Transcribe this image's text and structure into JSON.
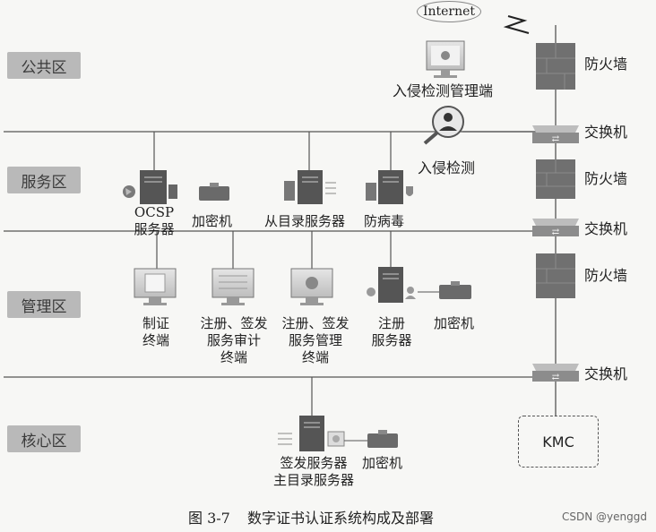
{
  "zones": {
    "public": "公共区",
    "service": "服务区",
    "management": "管理区",
    "core": "核心区"
  },
  "internet": "Internet",
  "ids_manager": "入侵检测管理端",
  "ids": "入侵检测",
  "firewall_1": "防火墙",
  "firewall_2": "防火墙",
  "firewall_3": "防火墙",
  "switch_1": "交换机",
  "switch_2": "交换机",
  "switch_3": "交换机",
  "kmc": "KMC",
  "service_nodes": {
    "ocsp_line1": "OCSP",
    "ocsp_line2": "服务器",
    "encryptor": "加密机",
    "slave_dir": "从目录服务器",
    "antivirus": "防病毒"
  },
  "management_nodes": {
    "cert_terminal_line1": "制证",
    "cert_terminal_line2": "终端",
    "audit_line1": "注册、签发",
    "audit_line2": "服务审计",
    "audit_line3": "终端",
    "mgmt_line1": "注册、签发",
    "mgmt_line2": "服务管理",
    "mgmt_line3": "终端",
    "reg_line1": "注册",
    "reg_line2": "服务器",
    "encryptor": "加密机"
  },
  "core_nodes": {
    "sign_line1": "签发服务器",
    "sign_line2": "主目录服务器",
    "encryptor": "加密机"
  },
  "caption": {
    "figure": "图 3-7",
    "title": "数字证书认证系统构成及部署"
  },
  "watermark": "CSDN @yenggd"
}
